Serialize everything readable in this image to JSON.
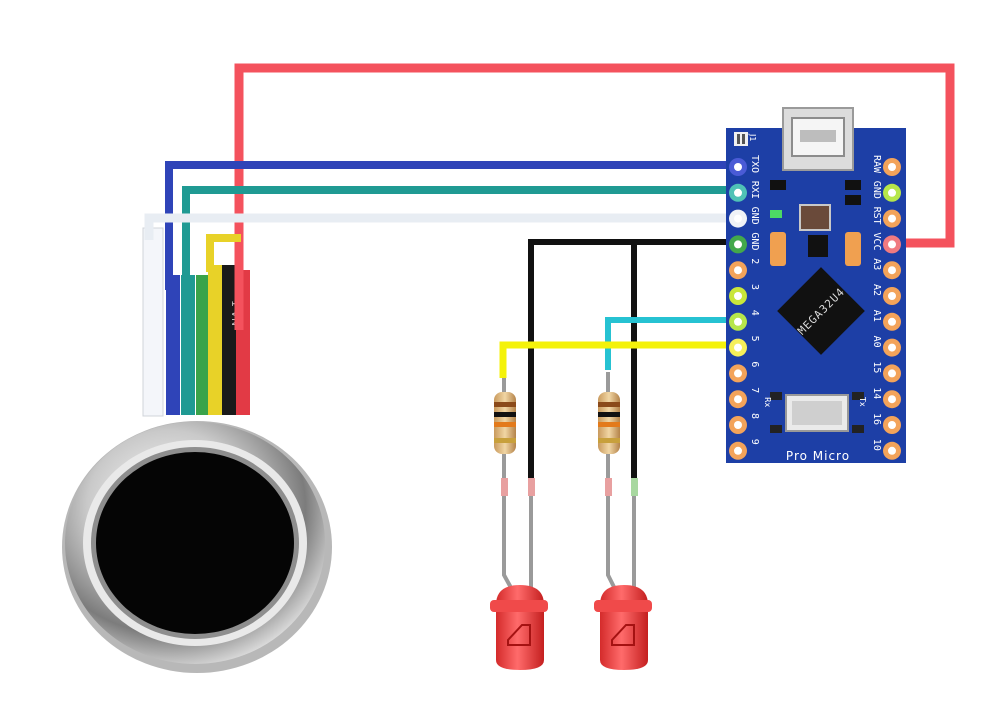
{
  "board": {
    "name": "Pro Micro",
    "chip": "MEGA32U4",
    "label_j1": "J1",
    "label_rx": "Rx",
    "label_tx": "Tx",
    "left_pins": [
      "TXO",
      "RXI",
      "GND",
      "GND",
      "2",
      "3",
      "4",
      "5",
      "6",
      "7",
      "8",
      "9"
    ],
    "right_pins": [
      "RAW",
      "GND",
      "RST",
      "VCC",
      "A3",
      "A2",
      "A1",
      "A0",
      "15",
      "14",
      "16",
      "10"
    ]
  },
  "sensor": {
    "cable_label": "1-VN"
  },
  "colors": {
    "board": "#1d3fa6",
    "vcc_wire": "#f4525d",
    "txo_wire": "#2f44b8",
    "rxi_wire": "#1f9a93",
    "gnd_wire": "#e8edf3",
    "gnd2_wire": "#111111",
    "pin4_wire": "#26c2d2",
    "pin5_wire": "#f4f20a",
    "led": "#e83a3a"
  }
}
